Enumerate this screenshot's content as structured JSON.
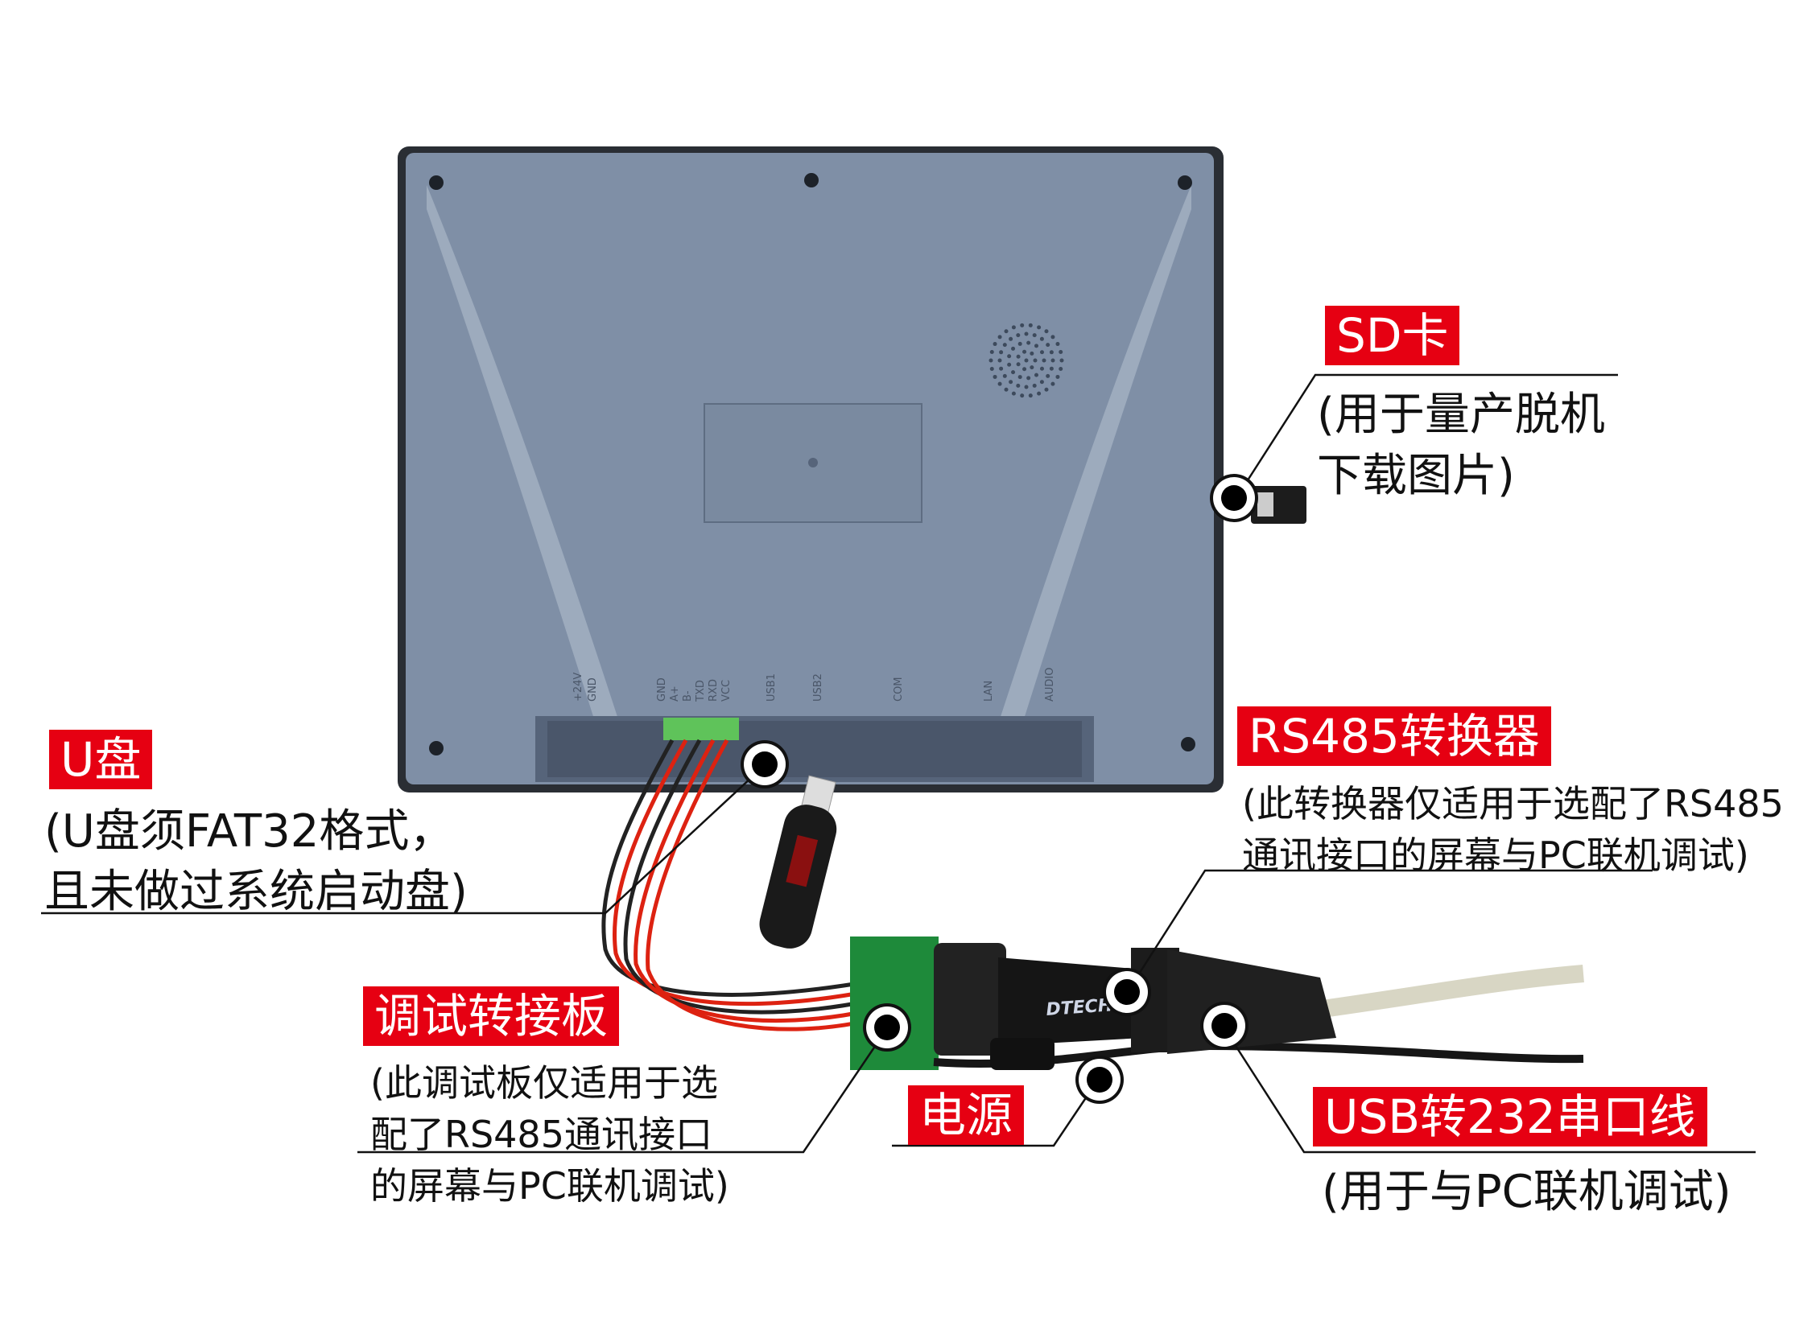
{
  "device_ports": [
    "+24V",
    "GND",
    "GND",
    "A+",
    "B-",
    "TXD",
    "RXD",
    "VCC",
    "USB1",
    "USB2",
    "COM",
    "LAN",
    "AUDIO"
  ],
  "converter_brand": "DTECH",
  "callouts": {
    "sd": {
      "title": "SD卡",
      "lines": [
        "(用于量产脱机",
        "下载图片)"
      ]
    },
    "udisk": {
      "title": "U盘",
      "lines": [
        "(U盘须FAT32格式，",
        "且未做过系统启动盘)"
      ]
    },
    "rs485": {
      "title": "RS485转换器",
      "lines": [
        "(此转换器仅适用于选配了RS485",
        "通讯接口的屏幕与PC联机调试)"
      ]
    },
    "board": {
      "title": "调试转接板",
      "lines": [
        "(此调试板仅适用于选",
        "配了RS485通讯接口",
        "的屏幕与PC联机调试)"
      ]
    },
    "power": {
      "title": "电源"
    },
    "usb232": {
      "title": "USB转232串口线",
      "lines": [
        "(用于与PC联机调试)"
      ]
    }
  },
  "colors": {
    "tag": "#e60012",
    "panel": "#7f8fa6"
  }
}
